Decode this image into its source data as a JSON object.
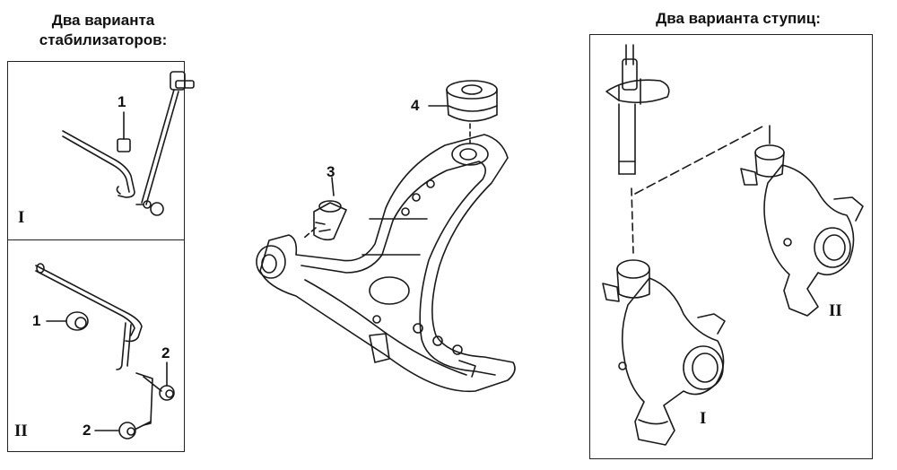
{
  "headings": {
    "stabilizers_line1": "Два варианта",
    "stabilizers_line2": "стабилизаторов:",
    "hubs": "Два варианта ступиц:"
  },
  "callouts": {
    "stab1_bushing": "1",
    "stab2_bushing": "1",
    "stab2_link_upper": "2",
    "stab2_link_lower": "2",
    "arm_bushing_front": "3",
    "arm_bushing_rear": "4"
  },
  "variants": {
    "stab_variant_1": "I",
    "stab_variant_2": "II",
    "hub_variant_1": "I",
    "hub_variant_2": "II"
  }
}
